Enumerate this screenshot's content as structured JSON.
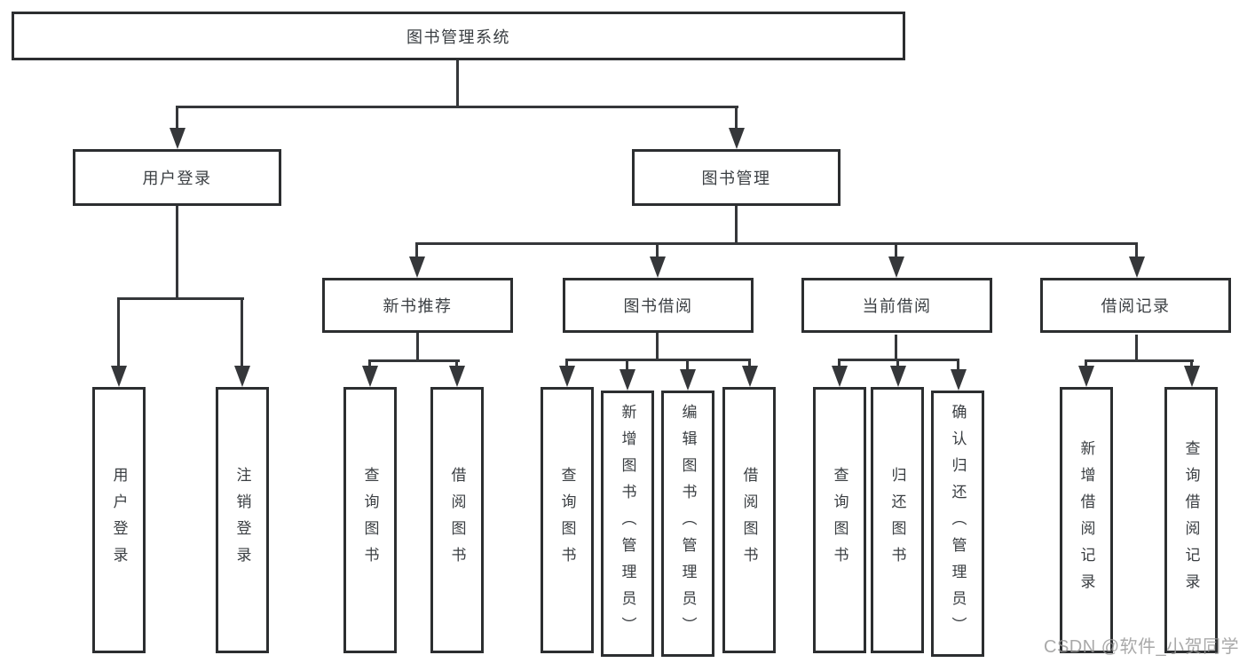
{
  "tree": {
    "root": {
      "label": "图书管理系统",
      "children": [
        {
          "label": "用户登录",
          "children": [
            {
              "label": "用户登录"
            },
            {
              "label": "注销登录"
            }
          ]
        },
        {
          "label": "图书管理",
          "children": [
            {
              "label": "新书推荐",
              "children": [
                {
                  "label": "查询图书"
                },
                {
                  "label": "借阅图书"
                }
              ]
            },
            {
              "label": "图书借阅",
              "children": [
                {
                  "label": "查询图书"
                },
                {
                  "label": "新增图书（管理员）"
                },
                {
                  "label": "编辑图书（管理员）"
                },
                {
                  "label": "借阅图书"
                }
              ]
            },
            {
              "label": "当前借阅",
              "children": [
                {
                  "label": "查询图书"
                },
                {
                  "label": "归还图书"
                },
                {
                  "label": "确认归还（管理员）"
                }
              ]
            },
            {
              "label": "借阅记录",
              "children": [
                {
                  "label": "新增借阅记录"
                },
                {
                  "label": "查询借阅记录"
                }
              ]
            }
          ]
        }
      ]
    }
  },
  "watermark": {
    "text": "CSDN @软件_小贺同学"
  },
  "colors": {
    "line": "#35373a",
    "border": "#2c2e30",
    "text": "#3a3e42",
    "background": "#ffffff",
    "watermark": "#969696"
  }
}
